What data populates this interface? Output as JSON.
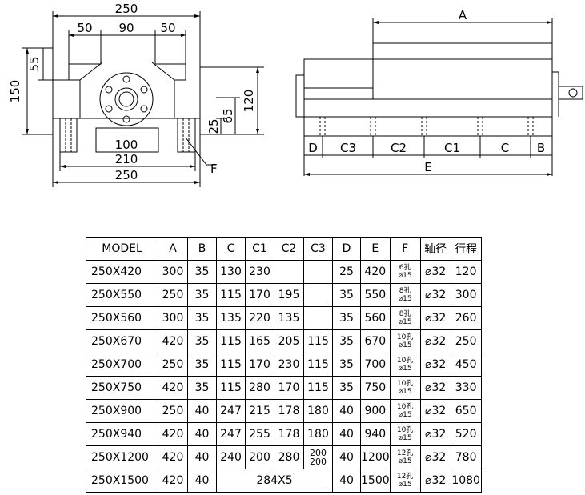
{
  "front_view": {
    "dim_top_width": "250",
    "dim_seg_left": "50",
    "dim_seg_mid": "90",
    "dim_seg_right": "50",
    "dim_height_left": "150",
    "dim_height_upper": "55",
    "dim_height_right": "120",
    "dim_height_65": "65",
    "dim_height_25": "25",
    "dim_bottom_slot": "100",
    "dim_bottom_210": "210",
    "dim_bottom_250": "250",
    "label_f": "F"
  },
  "side_view": {
    "label_a": "A",
    "label_d": "D",
    "label_c3": "C3",
    "label_c2": "C2",
    "label_c1": "C1",
    "label_c": "C",
    "label_b": "B",
    "label_e": "E"
  },
  "table": {
    "headers": [
      "MODEL",
      "A",
      "B",
      "C",
      "C1",
      "C2",
      "C3",
      "D",
      "E",
      "F",
      "轴径",
      "行程"
    ],
    "rows": [
      {
        "model": "250X420",
        "a": "300",
        "b": "35",
        "c": "130",
        "c1": "230",
        "c2": "",
        "c3": "",
        "d": "25",
        "e": "420",
        "f_count": "6孔",
        "f_dia": "⌀15",
        "shaft": "⌀32",
        "stroke": "120"
      },
      {
        "model": "250X550",
        "a": "250",
        "b": "35",
        "c": "115",
        "c1": "170",
        "c2": "195",
        "c3": "",
        "d": "35",
        "e": "550",
        "f_count": "8孔",
        "f_dia": "⌀15",
        "shaft": "⌀32",
        "stroke": "300"
      },
      {
        "model": "250X560",
        "a": "300",
        "b": "35",
        "c": "135",
        "c1": "220",
        "c2": "135",
        "c3": "",
        "d": "35",
        "e": "560",
        "f_count": "8孔",
        "f_dia": "⌀15",
        "shaft": "⌀32",
        "stroke": "260"
      },
      {
        "model": "250X670",
        "a": "420",
        "b": "35",
        "c": "115",
        "c1": "165",
        "c2": "205",
        "c3": "115",
        "d": "35",
        "e": "670",
        "f_count": "10孔",
        "f_dia": "⌀15",
        "shaft": "⌀32",
        "stroke": "250"
      },
      {
        "model": "250X700",
        "a": "250",
        "b": "35",
        "c": "115",
        "c1": "170",
        "c2": "230",
        "c3": "115",
        "d": "35",
        "e": "700",
        "f_count": "10孔",
        "f_dia": "⌀15",
        "shaft": "⌀32",
        "stroke": "450"
      },
      {
        "model": "250X750",
        "a": "420",
        "b": "35",
        "c": "115",
        "c1": "280",
        "c2": "170",
        "c3": "115",
        "d": "35",
        "e": "750",
        "f_count": "10孔",
        "f_dia": "⌀15",
        "shaft": "⌀32",
        "stroke": "330"
      },
      {
        "model": "250X900",
        "a": "250",
        "b": "40",
        "c": "247",
        "c1": "215",
        "c2": "178",
        "c3": "180",
        "d": "40",
        "e": "900",
        "f_count": "10孔",
        "f_dia": "⌀15",
        "shaft": "⌀32",
        "stroke": "650"
      },
      {
        "model": "250X940",
        "a": "420",
        "b": "40",
        "c": "247",
        "c1": "255",
        "c2": "178",
        "c3": "180",
        "d": "40",
        "e": "940",
        "f_count": "10孔",
        "f_dia": "⌀15",
        "shaft": "⌀32",
        "stroke": "520"
      },
      {
        "model": "250X1200",
        "a": "420",
        "b": "40",
        "c": "240",
        "c1": "200",
        "c2": "280",
        "c3_top": "200",
        "c3_bottom": "200",
        "d": "40",
        "e": "1200",
        "f_count": "12孔",
        "f_dia": "⌀15",
        "shaft": "⌀32",
        "stroke": "780"
      },
      {
        "model": "250X1500",
        "a": "420",
        "b": "40",
        "c_merged": "284X5",
        "d": "40",
        "e": "1500",
        "f_count": "12孔",
        "f_dia": "⌀15",
        "shaft": "⌀32",
        "stroke": "1080"
      }
    ]
  }
}
